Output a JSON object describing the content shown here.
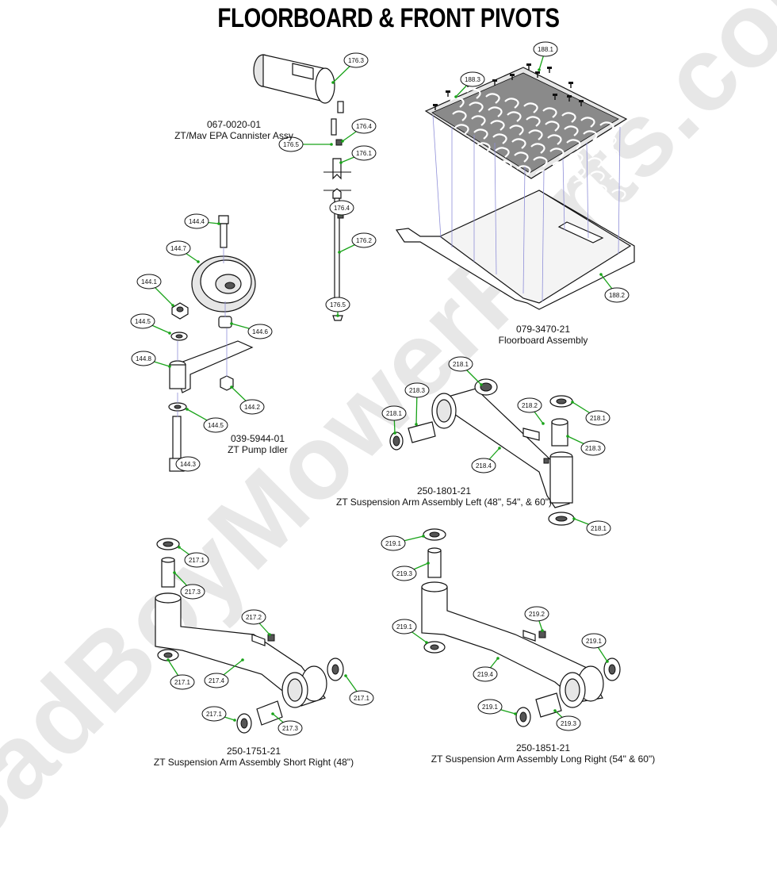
{
  "title": "FLOORBOARD & FRONT PIVOTS",
  "watermark": "BadBoyMowerParts.com",
  "assemblies": [
    {
      "id": "canister",
      "part_number": "067-0020-01",
      "name": "ZT/Mav EPA Cannister Assy"
    },
    {
      "id": "floorboard",
      "part_number": "079-3470-21",
      "name": "Floorboard Assembly"
    },
    {
      "id": "pump_idler",
      "part_number": "039-5944-01",
      "name": "ZT Pump Idler"
    },
    {
      "id": "arm_left",
      "part_number": "250-1801-21",
      "name": "ZT Suspension Arm Assembly Left (48\", 54\", & 60\")"
    },
    {
      "id": "arm_short_right",
      "part_number": "250-1751-21",
      "name": "ZT Suspension Arm Assembly Short Right (48\")"
    },
    {
      "id": "arm_long_right",
      "part_number": "250-1851-21",
      "name": "ZT Suspension Arm Assembly Long Right (54\" & 60\")"
    }
  ],
  "callouts": [
    {
      "label": "176.3"
    },
    {
      "label": "176.4"
    },
    {
      "label": "176.5"
    },
    {
      "label": "176.1"
    },
    {
      "label": "176.4"
    },
    {
      "label": "176.2"
    },
    {
      "label": "176.5"
    },
    {
      "label": "188.1"
    },
    {
      "label": "188.3"
    },
    {
      "label": "188.2"
    },
    {
      "label": "144.4"
    },
    {
      "label": "144.7"
    },
    {
      "label": "144.1"
    },
    {
      "label": "144.5"
    },
    {
      "label": "144.6"
    },
    {
      "label": "144.8"
    },
    {
      "label": "144.2"
    },
    {
      "label": "144.5"
    },
    {
      "label": "144.3"
    },
    {
      "label": "218.1"
    },
    {
      "label": "218.3"
    },
    {
      "label": "218.1"
    },
    {
      "label": "218.2"
    },
    {
      "label": "218.1"
    },
    {
      "label": "218.3"
    },
    {
      "label": "218.4"
    },
    {
      "label": "218.1"
    },
    {
      "label": "217.1"
    },
    {
      "label": "217.3"
    },
    {
      "label": "217.2"
    },
    {
      "label": "217.1"
    },
    {
      "label": "217.4"
    },
    {
      "label": "217.1"
    },
    {
      "label": "217.1"
    },
    {
      "label": "217.3"
    },
    {
      "label": "219.1"
    },
    {
      "label": "219.3"
    },
    {
      "label": "219.2"
    },
    {
      "label": "219.1"
    },
    {
      "label": "219.1"
    },
    {
      "label": "219.4"
    },
    {
      "label": "219.1"
    },
    {
      "label": "219.3"
    }
  ],
  "colors": {
    "leader": "#19a319",
    "projection": "#8f8fd8",
    "watermark": "#aaaaaa"
  }
}
